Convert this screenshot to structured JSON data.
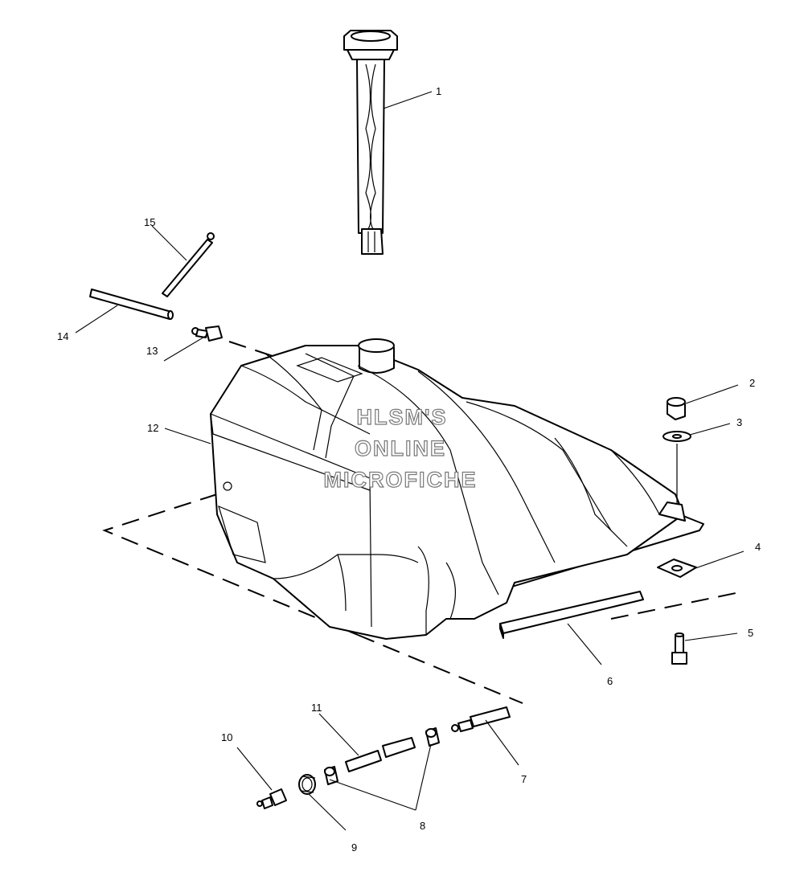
{
  "diagram": {
    "callouts": [
      {
        "id": "1",
        "label": "1"
      },
      {
        "id": "2",
        "label": "2"
      },
      {
        "id": "3",
        "label": "3"
      },
      {
        "id": "4",
        "label": "4"
      },
      {
        "id": "5",
        "label": "5"
      },
      {
        "id": "6",
        "label": "6"
      },
      {
        "id": "7",
        "label": "7"
      },
      {
        "id": "8",
        "label": "8"
      },
      {
        "id": "9",
        "label": "9"
      },
      {
        "id": "10",
        "label": "10"
      },
      {
        "id": "11",
        "label": "11"
      },
      {
        "id": "12",
        "label": "12"
      },
      {
        "id": "13",
        "label": "13"
      },
      {
        "id": "14",
        "label": "14"
      },
      {
        "id": "15",
        "label": "15"
      }
    ]
  },
  "watermark": {
    "line1": "HLSM'S",
    "line2": "ONLINE",
    "line3": "MICROFICHE"
  }
}
